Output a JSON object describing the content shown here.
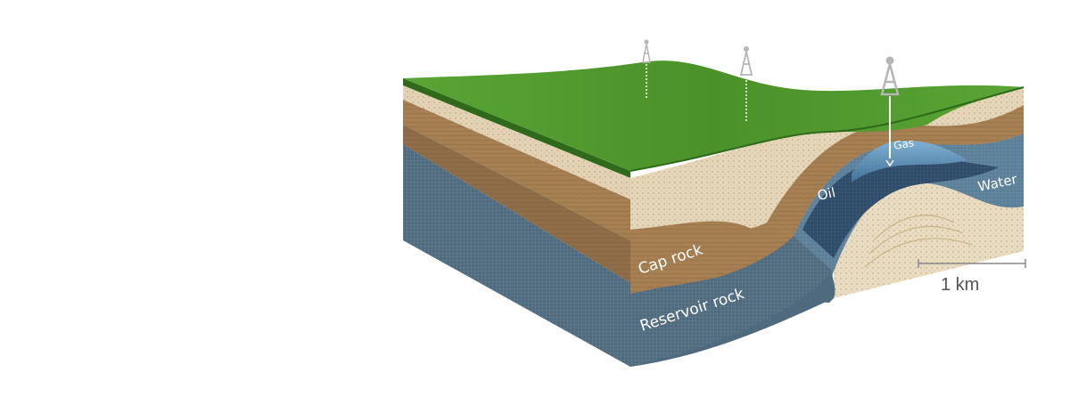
{
  "labels": {
    "cap_rock": "Cap rock",
    "reservoir_rock": "Reservoir rock",
    "oil": "Oil",
    "gas": "Gas",
    "water": "Water"
  },
  "scale_bar": {
    "label": "1 km"
  },
  "colors": {
    "grass": "#4f9a2e",
    "grass_dark": "#2f6a1a",
    "sand_light": "#e6d6b8",
    "sand_mid": "#d7c4a0",
    "brown": "#a07a4e",
    "brown_dark": "#8a6642",
    "reservoir": "#5f7d92",
    "reservoir_dark": "#4a667b",
    "oil": "#2d4a6a",
    "gas": "#4f86b0",
    "water": "#3f6b8a",
    "derrick": "#b5b5b5"
  }
}
